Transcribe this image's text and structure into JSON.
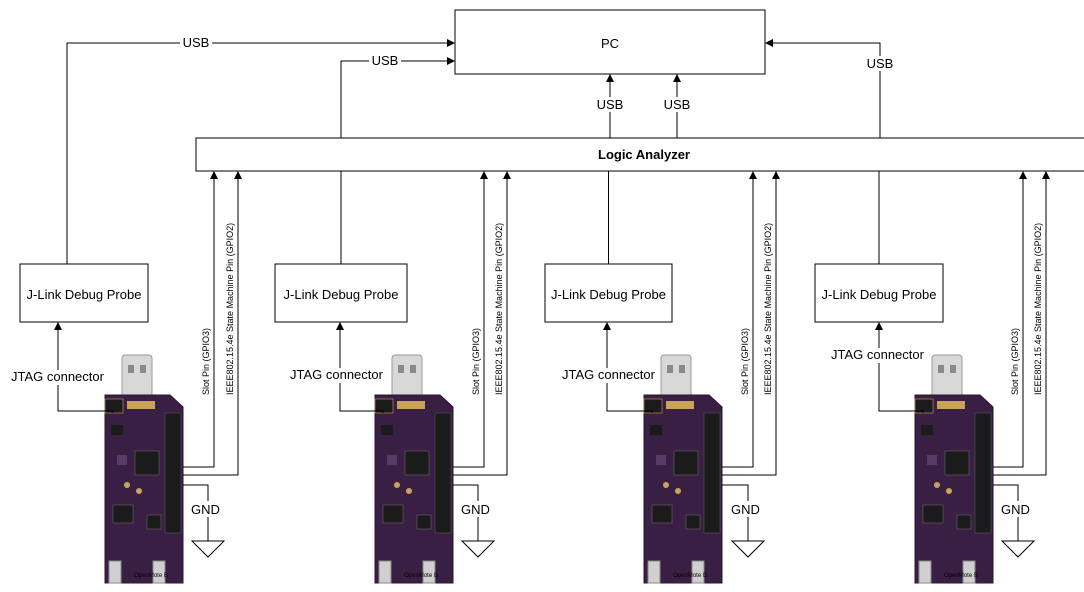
{
  "pc": {
    "label": "PC"
  },
  "logic_analyzer": {
    "label": "Logic Analyzer"
  },
  "usb_label": "USB",
  "probe_label": "J-Link Debug Probe",
  "jtag_label": "JTAG connector",
  "gnd_label": "GND",
  "slot_pin_label": "Slot Pin (GPIO3)",
  "state_pin_label": "IEEE802.15.4e State Machine Pin (GPIO2)",
  "board_silkscreen": "OpenMote B",
  "colors": {
    "board": "#3a1f44",
    "board_dark": "#2a1432",
    "usb_plug": "#d8d8d8",
    "chip": "#1b1b1b",
    "connector": "#c9a35a"
  },
  "groups": [
    {
      "id": 1
    },
    {
      "id": 2
    },
    {
      "id": 3
    },
    {
      "id": 4
    }
  ]
}
